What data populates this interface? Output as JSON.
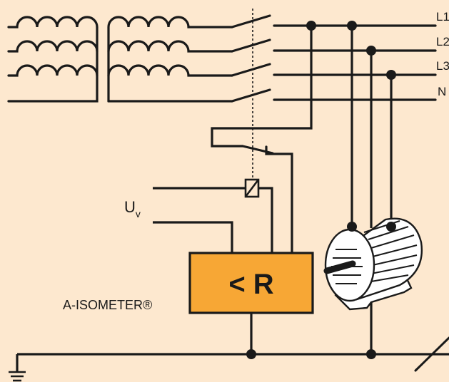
{
  "colors": {
    "background": "#fde8cf",
    "line": "#1a1a1a",
    "device_fill": "#f7a735"
  },
  "labels": {
    "phase_l1": "L1",
    "phase_l2": "L2",
    "phase_l3": "L3",
    "neutral": "N",
    "control_voltage_main": "U",
    "control_voltage_sub": "v",
    "device_display": "< R",
    "device_name": "A-ISOMETER®"
  },
  "icons": {
    "motor": "three-phase-motor-icon",
    "earth": "earth-ground-icon",
    "relay_coil": "relay-coil-icon",
    "fault": "insulation-fault-icon"
  }
}
